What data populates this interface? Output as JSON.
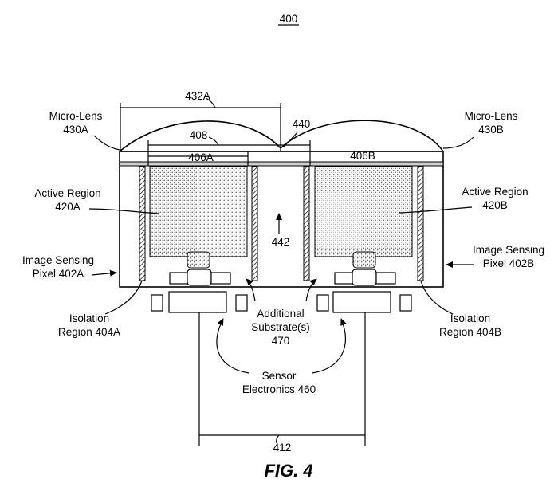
{
  "figure_number": "400",
  "caption": "FIG. 4",
  "labels": {
    "micro_lens_a": [
      "Micro-Lens",
      "430A"
    ],
    "micro_lens_b": [
      "Micro-Lens",
      "430B"
    ],
    "dim_432a": "432A",
    "dim_408": "408",
    "dim_406a": "406A",
    "dim_406b": "406B",
    "ref_440": "440",
    "ref_442": "442",
    "active_region_a": [
      "Active Region",
      "420A"
    ],
    "active_region_b": [
      "Active Region",
      "420B"
    ],
    "pixel_a": [
      "Image Sensing",
      "Pixel 402A"
    ],
    "pixel_b": [
      "Image Sensing",
      "Pixel 402B"
    ],
    "isolation_a": [
      "Isolation",
      "Region 404A"
    ],
    "isolation_b": [
      "Isolation",
      "Region 404B"
    ],
    "substrate": [
      "Additional",
      "Substrate(s)",
      "470"
    ],
    "electronics": [
      "Sensor",
      "Electronics 460"
    ],
    "dim_412": "412"
  }
}
